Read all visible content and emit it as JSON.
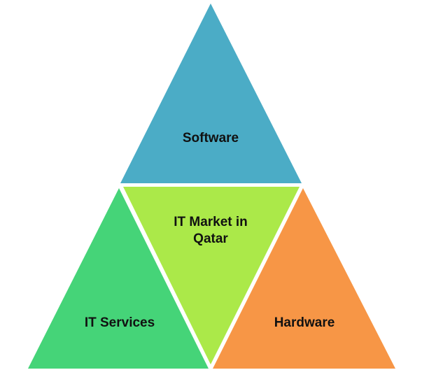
{
  "title": "IT Market in Qatar",
  "segments": {
    "top": {
      "label": "Software",
      "color": "#4BACC6"
    },
    "center": {
      "label": "IT Market in Qatar",
      "color": "#ABE949"
    },
    "left": {
      "label": "IT Services",
      "color": "#45D478"
    },
    "right": {
      "label": "Hardware",
      "color": "#F79646"
    }
  }
}
